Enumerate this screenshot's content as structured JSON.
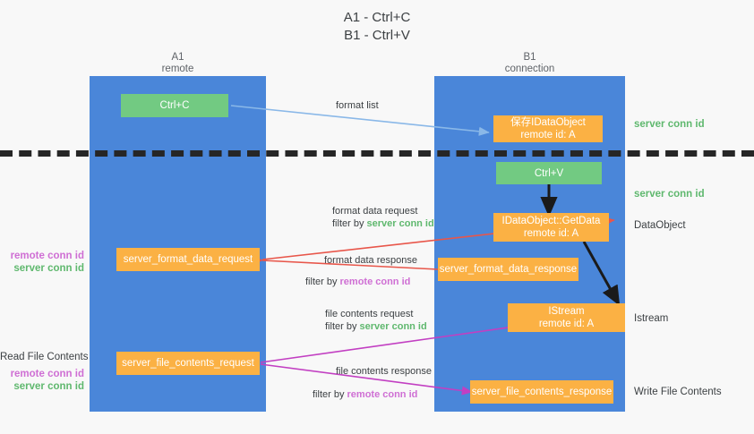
{
  "title": {
    "line1": "A1 - Ctrl+C",
    "line2": "B1 - Ctrl+V"
  },
  "columns": [
    {
      "name": "A1",
      "sub": "remote"
    },
    {
      "name": "B1",
      "sub": "connection"
    }
  ],
  "nodes": {
    "ctrl_c": {
      "label": "Ctrl+C"
    },
    "save_idataobject": {
      "line1": "保存IDataObject",
      "line2": "remote id: A"
    },
    "ctrl_v": {
      "label": "Ctrl+V"
    },
    "getdata": {
      "line1": "IDataObject::GetData",
      "line2": "remote id: A"
    },
    "format_data_request": {
      "label": "server_format_data_request"
    },
    "format_data_response": {
      "label": "server_format_data_response"
    },
    "istream": {
      "line1": "IStream",
      "line2": "remote id: A"
    },
    "file_contents_request": {
      "label": "server_file_contents_request"
    },
    "file_contents_response": {
      "label": "server_file_contents_response"
    }
  },
  "edges": {
    "format_list": {
      "label": "format list"
    },
    "format_data_request": {
      "line1": "format data request",
      "filter_prefix": "filter by ",
      "filter_value": "server conn id"
    },
    "format_data_response": {
      "line1": "format data response",
      "filter_prefix": "filter by ",
      "filter_value": "remote conn id"
    },
    "file_contents_request": {
      "line1": "file contents request",
      "filter_prefix": "filter by ",
      "filter_value": "server conn id"
    },
    "file_contents_response": {
      "line1": "file contents response",
      "filter_prefix": "filter by ",
      "filter_value": "remote conn id"
    }
  },
  "annotations": {
    "right_server_conn_top": "server conn id",
    "right_server_conn_mid": "server conn id",
    "right_dataobject": "DataObject",
    "right_istream": "Istream",
    "right_write_file_contents": "Write File Contents",
    "left_remote_conn_1": "remote conn id",
    "left_server_conn_1": "server conn id",
    "left_read_file_contents": "Read File Contents",
    "left_remote_conn_2": "remote conn id",
    "left_server_conn_2": "server conn id"
  },
  "colors": {
    "lane": "#4a86d9",
    "green_node": "#72ca82",
    "orange_node": "#fbb144",
    "green_text": "#5fb86e",
    "purple_text": "#cf6fd4",
    "red_arrow": "#e8564a",
    "blue_arrow": "#8ab8e8",
    "magenta_arrow": "#c23fc2",
    "black_arrow": "#1a1a1a",
    "background": "#f8f8f8"
  }
}
